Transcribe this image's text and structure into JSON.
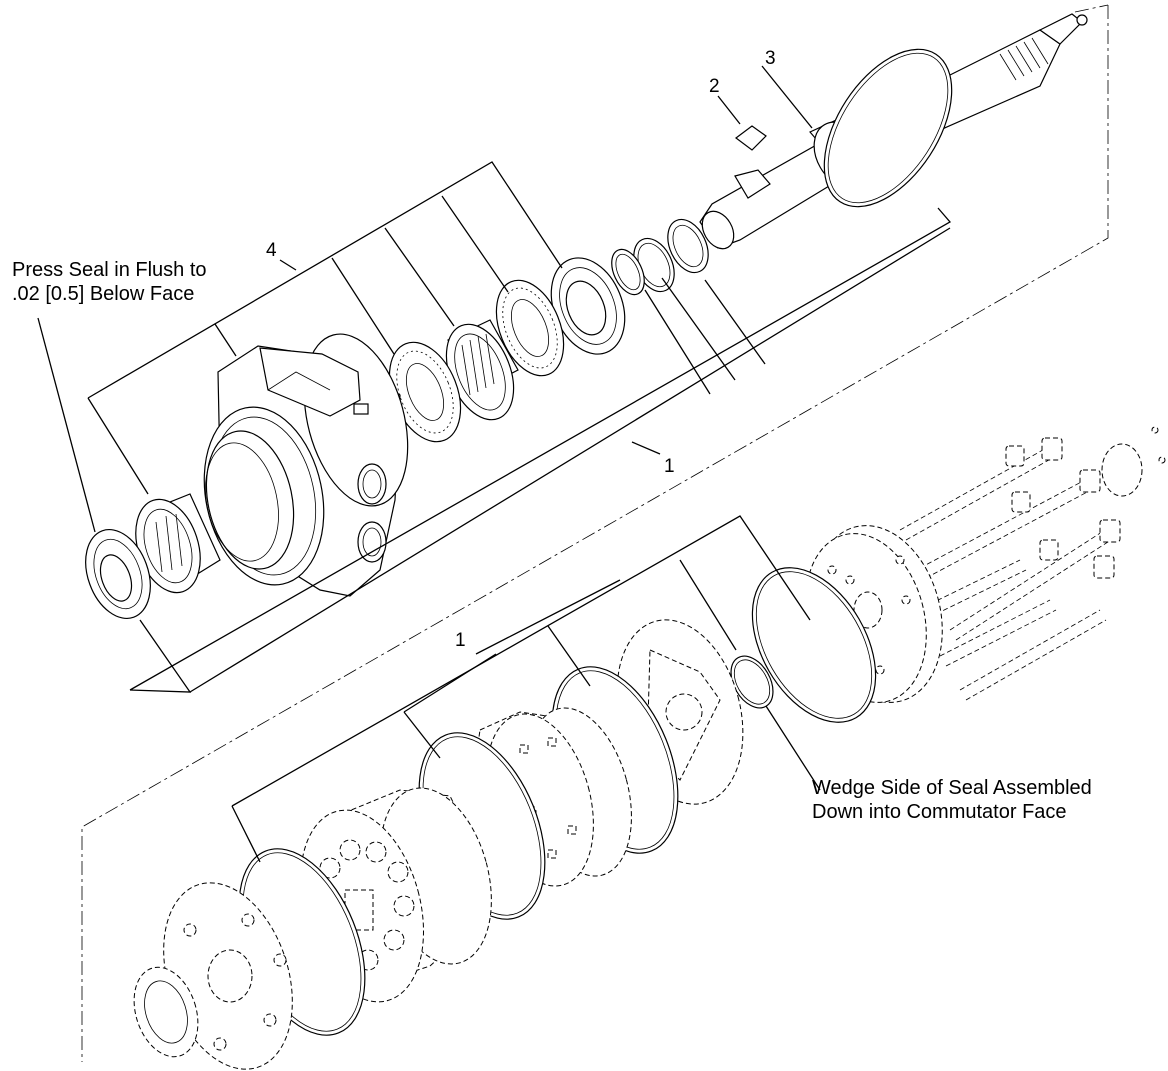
{
  "callouts": {
    "c1_upper": "1",
    "c1_lower": "1",
    "c2": "2",
    "c3": "3",
    "c4": "4"
  },
  "notes": {
    "press_seal_line1": "Press Seal in Flush to",
    "press_seal_line2": ".02 [0.5] Below Face",
    "wedge_line1": "Wedge Side of Seal Assembled",
    "wedge_line2": "Down into Commutator Face"
  }
}
